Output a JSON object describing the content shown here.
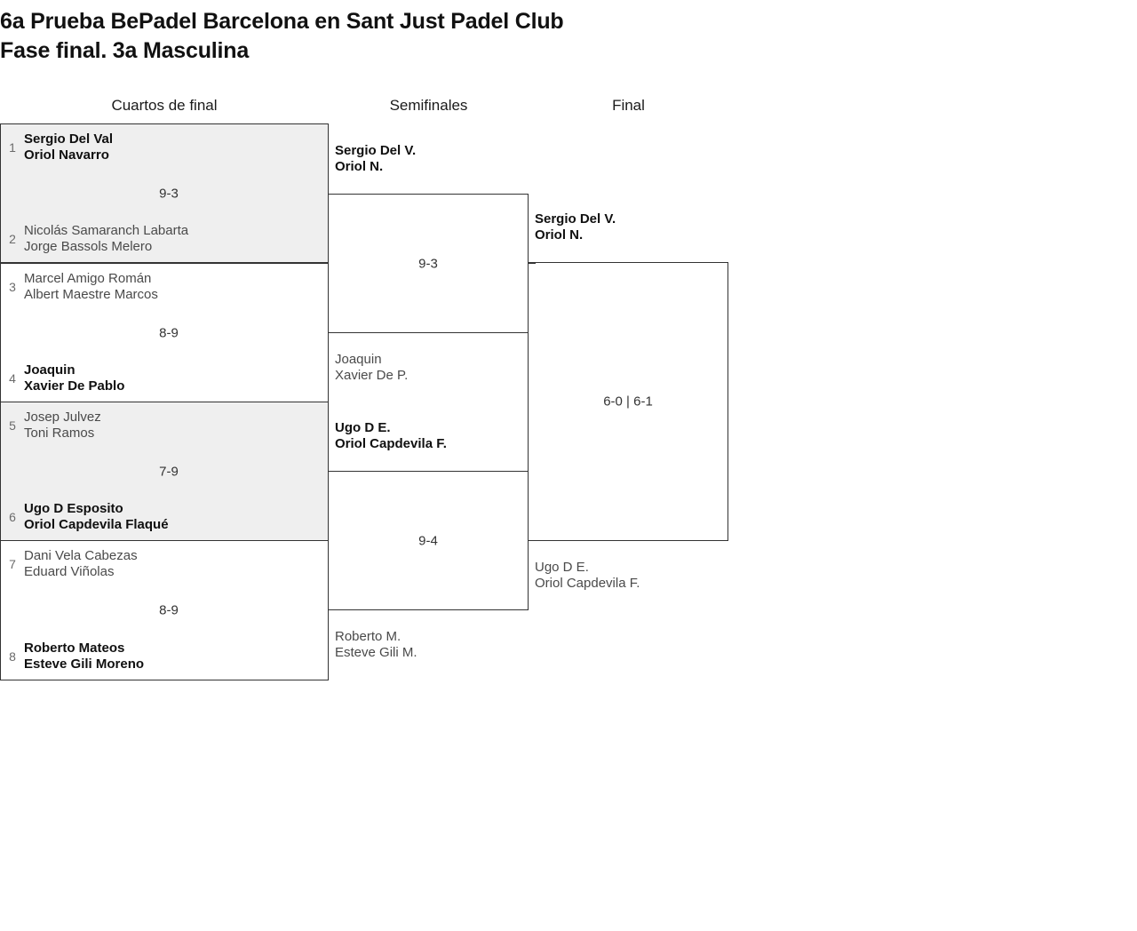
{
  "title": {
    "line1": "6a Prueba BePadel Barcelona en Sant Just Padel Club",
    "line2": "Fase final. 3a Masculina"
  },
  "rounds": [
    {
      "id": "quarterfinals",
      "label": "Cuartos de final"
    },
    {
      "id": "semifinals",
      "label": "Semifinales"
    },
    {
      "id": "final",
      "label": "Final"
    }
  ],
  "bracket": {
    "quarterfinals": [
      {
        "score": "9-3",
        "top": {
          "seed": "1",
          "player1": "Sergio Del Val",
          "player2": "Oriol Navarro",
          "winner": true
        },
        "bottom": {
          "seed": "2",
          "player1": "Nicolás Samaranch Labarta",
          "player2": "Jorge Bassols Melero",
          "winner": false
        }
      },
      {
        "score": "8-9",
        "top": {
          "seed": "3",
          "player1": "Marcel Amigo Román",
          "player2": "Albert Maestre Marcos",
          "winner": false
        },
        "bottom": {
          "seed": "4",
          "player1": "Joaquin",
          "player2": "Xavier De Pablo",
          "winner": true
        }
      },
      {
        "score": "7-9",
        "top": {
          "seed": "5",
          "player1": "Josep Julvez",
          "player2": "Toni Ramos",
          "winner": false
        },
        "bottom": {
          "seed": "6",
          "player1": "Ugo D Esposito",
          "player2": "Oriol Capdevila Flaqué",
          "winner": true
        }
      },
      {
        "score": "8-9",
        "top": {
          "seed": "7",
          "player1": "Dani Vela Cabezas",
          "player2": "Eduard Viñolas",
          "winner": false
        },
        "bottom": {
          "seed": "8",
          "player1": "Roberto Mateos",
          "player2": "Esteve Gili Moreno",
          "winner": true
        }
      }
    ],
    "semifinals": [
      {
        "score": "9-3",
        "top": {
          "player1": "Sergio Del V.",
          "player2": "Oriol N.",
          "winner": true
        },
        "bottom": {
          "player1": "Joaquin",
          "player2": "Xavier De P.",
          "winner": false
        }
      },
      {
        "score": "9-4",
        "top": {
          "player1": "Ugo D E.",
          "player2": "Oriol Capdevila F.",
          "winner": true
        },
        "bottom": {
          "player1": "Roberto M.",
          "player2": "Esteve Gili M.",
          "winner": false
        }
      }
    ],
    "final": [
      {
        "score": "6-0 | 6-1",
        "top": {
          "player1": "Sergio Del V.",
          "player2": "Oriol N.",
          "winner": true
        },
        "bottom": {
          "player1": "Ugo D E.",
          "player2": "Oriol Capdevila F.",
          "winner": false
        }
      }
    ]
  },
  "colors": {
    "shaded_row": "#efefef",
    "border": "#333333",
    "winner_text": "#101010",
    "loser_text": "#4a4a4a",
    "seed_text": "#6b6b6b"
  }
}
